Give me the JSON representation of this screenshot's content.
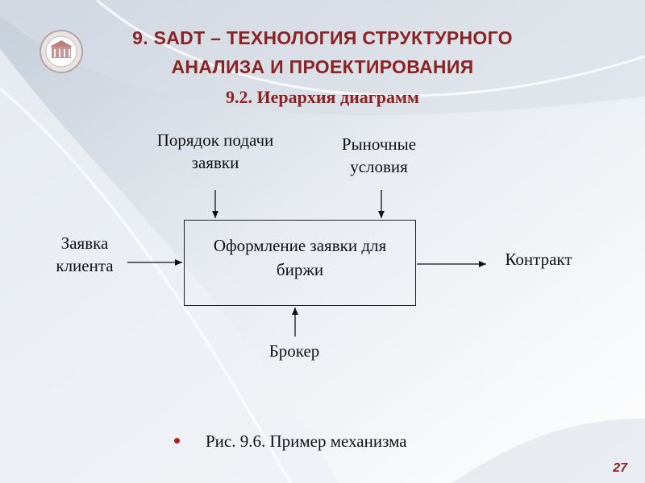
{
  "slide": {
    "title_line1": "9. SADT – ТЕХНОЛОГИЯ СТРУКТУРНОГО",
    "title_line2": "АНАЛИЗА И ПРОЕКТИРОВАНИЯ",
    "subtitle": "9.2. Иерархия диаграмм",
    "page_number": "27",
    "accent_color": "#8a2323"
  },
  "diagram": {
    "function_box": {
      "line1": "Оформление заявки для",
      "line2": "биржи"
    },
    "input": {
      "line1": "Заявка",
      "line2": "клиента"
    },
    "output": "Контракт",
    "control_1": {
      "line1": "Порядок подачи",
      "line2": "заявки"
    },
    "control_2": {
      "line1": "Рыночные",
      "line2": "условия"
    },
    "mechanism": "Брокер"
  },
  "caption": "Рис. 9.6. Пример механизма"
}
